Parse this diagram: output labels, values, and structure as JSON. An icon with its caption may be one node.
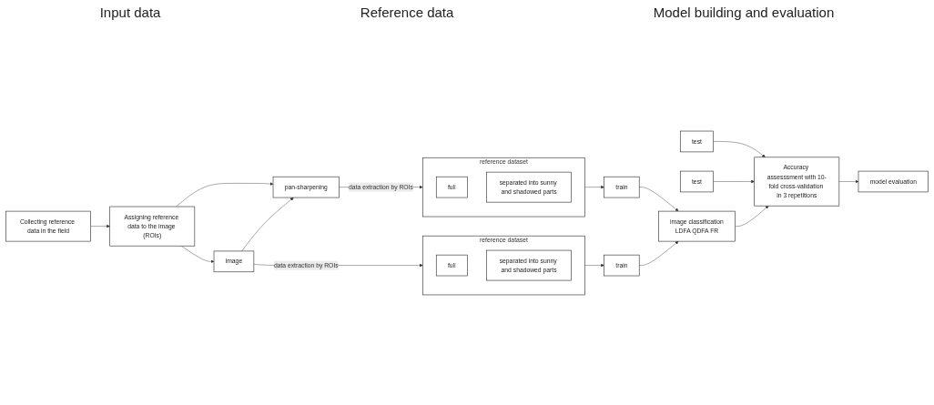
{
  "diagram": {
    "nodes": [
      {
        "text": [
          "pan-sharpening"
        ]
      },
      {
        "text": [
          "image"
        ]
      },
      {
        "text": [
          "Assigning reference data to the image (ROIs)"
        ]
      },
      {
        "text": [
          "Collecting reference data in the field"
        ]
      },
      {
        "text": [
          "reference dataset"
        ]
      },
      {
        "text": [
          "full"
        ],
        "in": 4
      },
      {
        "text": [
          "separated into sunny and shadowed parts"
        ],
        "in": 4
      },
      {
        "text": [
          "reference dataset"
        ]
      },
      {
        "text": [
          "full"
        ],
        "in": 7
      },
      {
        "text": [
          "separated into sunny and shadowed parts"
        ],
        "in": 7
      },
      {
        "text": [
          "train"
        ]
      },
      {
        "text": [
          "test"
        ]
      },
      {
        "text": [
          "train"
        ]
      },
      {
        "text": [
          "test"
        ]
      },
      {
        "text": [
          "image classification",
          "LDFA QDFA FR"
        ]
      },
      {
        "text": [
          "Accuracy assesssment with 10-fold cross-validation in 3 repetitions"
        ]
      },
      {
        "text": [
          "model evaluation"
        ]
      }
    ],
    "edges": [
      {
        "from": 3,
        "to": 2,
        "arrow": "to"
      },
      {
        "from": 2,
        "to": 0,
        "arrow": "to"
      },
      {
        "from": 2,
        "to": 1,
        "arrow": "to"
      },
      {
        "from": 1,
        "to": 0,
        "arrow": "to"
      },
      {
        "from": 0,
        "to": 4,
        "arrow": "to",
        "label": "data extraction by ROIs"
      },
      {
        "from": 1,
        "to": 7,
        "arrow": "to",
        "label": "data extraction by ROIs"
      },
      {
        "from": 4,
        "to": 10,
        "arrow": "to"
      },
      {
        "from": 7,
        "to": 12,
        "arrow": "to"
      },
      {
        "from": 10,
        "to": 14,
        "arrow": "to"
      },
      {
        "from": 12,
        "to": 14,
        "arrow": "to"
      },
      {
        "from": 11,
        "to": 15,
        "arrow": "to"
      },
      {
        "from": 13,
        "to": 15,
        "arrow": "to"
      },
      {
        "from": 14,
        "to": 15,
        "arrow": "to"
      },
      {
        "from": 15,
        "to": 16,
        "arrow": "to"
      }
    ],
    "labels": [
      "Input data",
      "Reference data",
      "Model building and evaluation"
    ]
  }
}
